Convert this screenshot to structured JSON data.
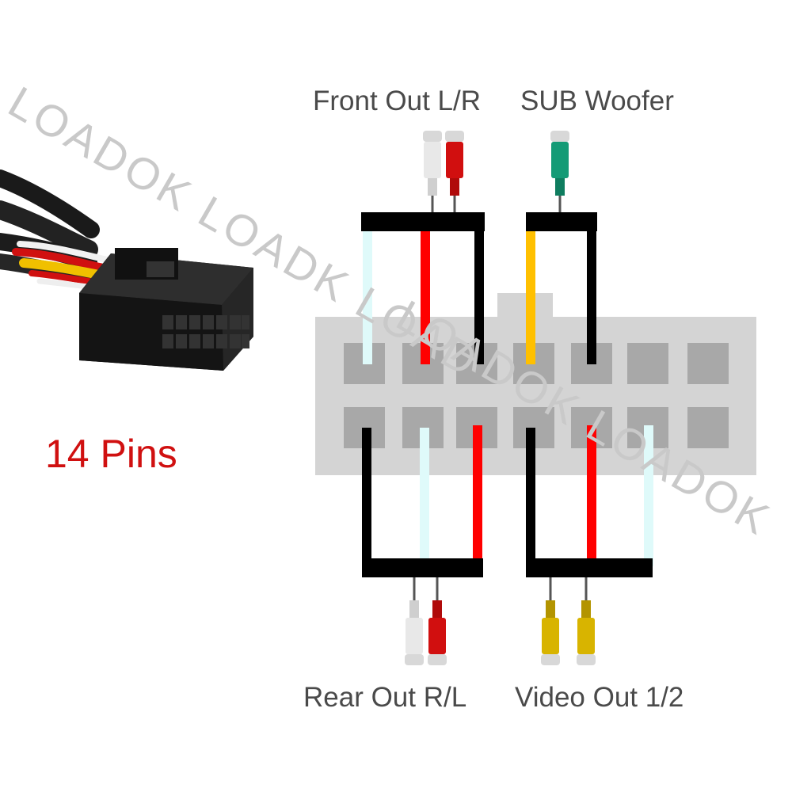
{
  "labels": {
    "front_out": "Front Out L/R",
    "sub_woofer": "SUB Woofer",
    "rear_out": "Rear Out R/L",
    "video_out": "Video Out 1/2",
    "pin_count": "14 Pins"
  },
  "watermark": {
    "line1": "LOADOK LOADK LOAD",
    "line2": "LOADOK LOADOK"
  },
  "colors": {
    "wire_black": "#000000",
    "wire_red": "#ff0000",
    "wire_white": "#dffafa",
    "wire_yellow": "#ffc000",
    "rca_white": "#e8e8e8",
    "rca_red": "#d10f0f",
    "rca_green": "#149b76",
    "rca_yellow": "#d8b400",
    "connector_body": "#d4d4d4",
    "pin_slot": "#a8a8a8",
    "pin_label_red": "#d01010"
  },
  "icons": {
    "connector_photo": "black-14-pin-wire-harness-connector",
    "rca_plug": "rca-female-jack-icon"
  }
}
